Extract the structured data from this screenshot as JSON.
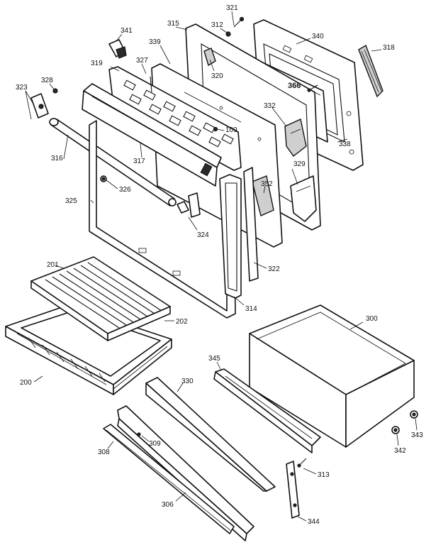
{
  "callouts": {
    "c321": "321",
    "c312": "312",
    "c315": "315",
    "c341": "341",
    "c339": "339",
    "c340": "340",
    "c318": "318",
    "c319": "319",
    "c327": "327",
    "c320": "320",
    "c328": "328",
    "c323": "323",
    "c366": "366",
    "c332": "332",
    "c109": "109",
    "c338": "338",
    "c316": "316",
    "c317": "317",
    "c329": "329",
    "c326": "326",
    "c352": "352",
    "c325": "325",
    "c324": "324",
    "c322": "322",
    "c314": "314",
    "c201": "201",
    "c202": "202",
    "c300": "300",
    "c345": "345",
    "c330": "330",
    "c200": "200",
    "c343": "343",
    "c309": "309",
    "c308": "308",
    "c342": "342",
    "c313": "313",
    "c306": "306",
    "c344": "344"
  }
}
